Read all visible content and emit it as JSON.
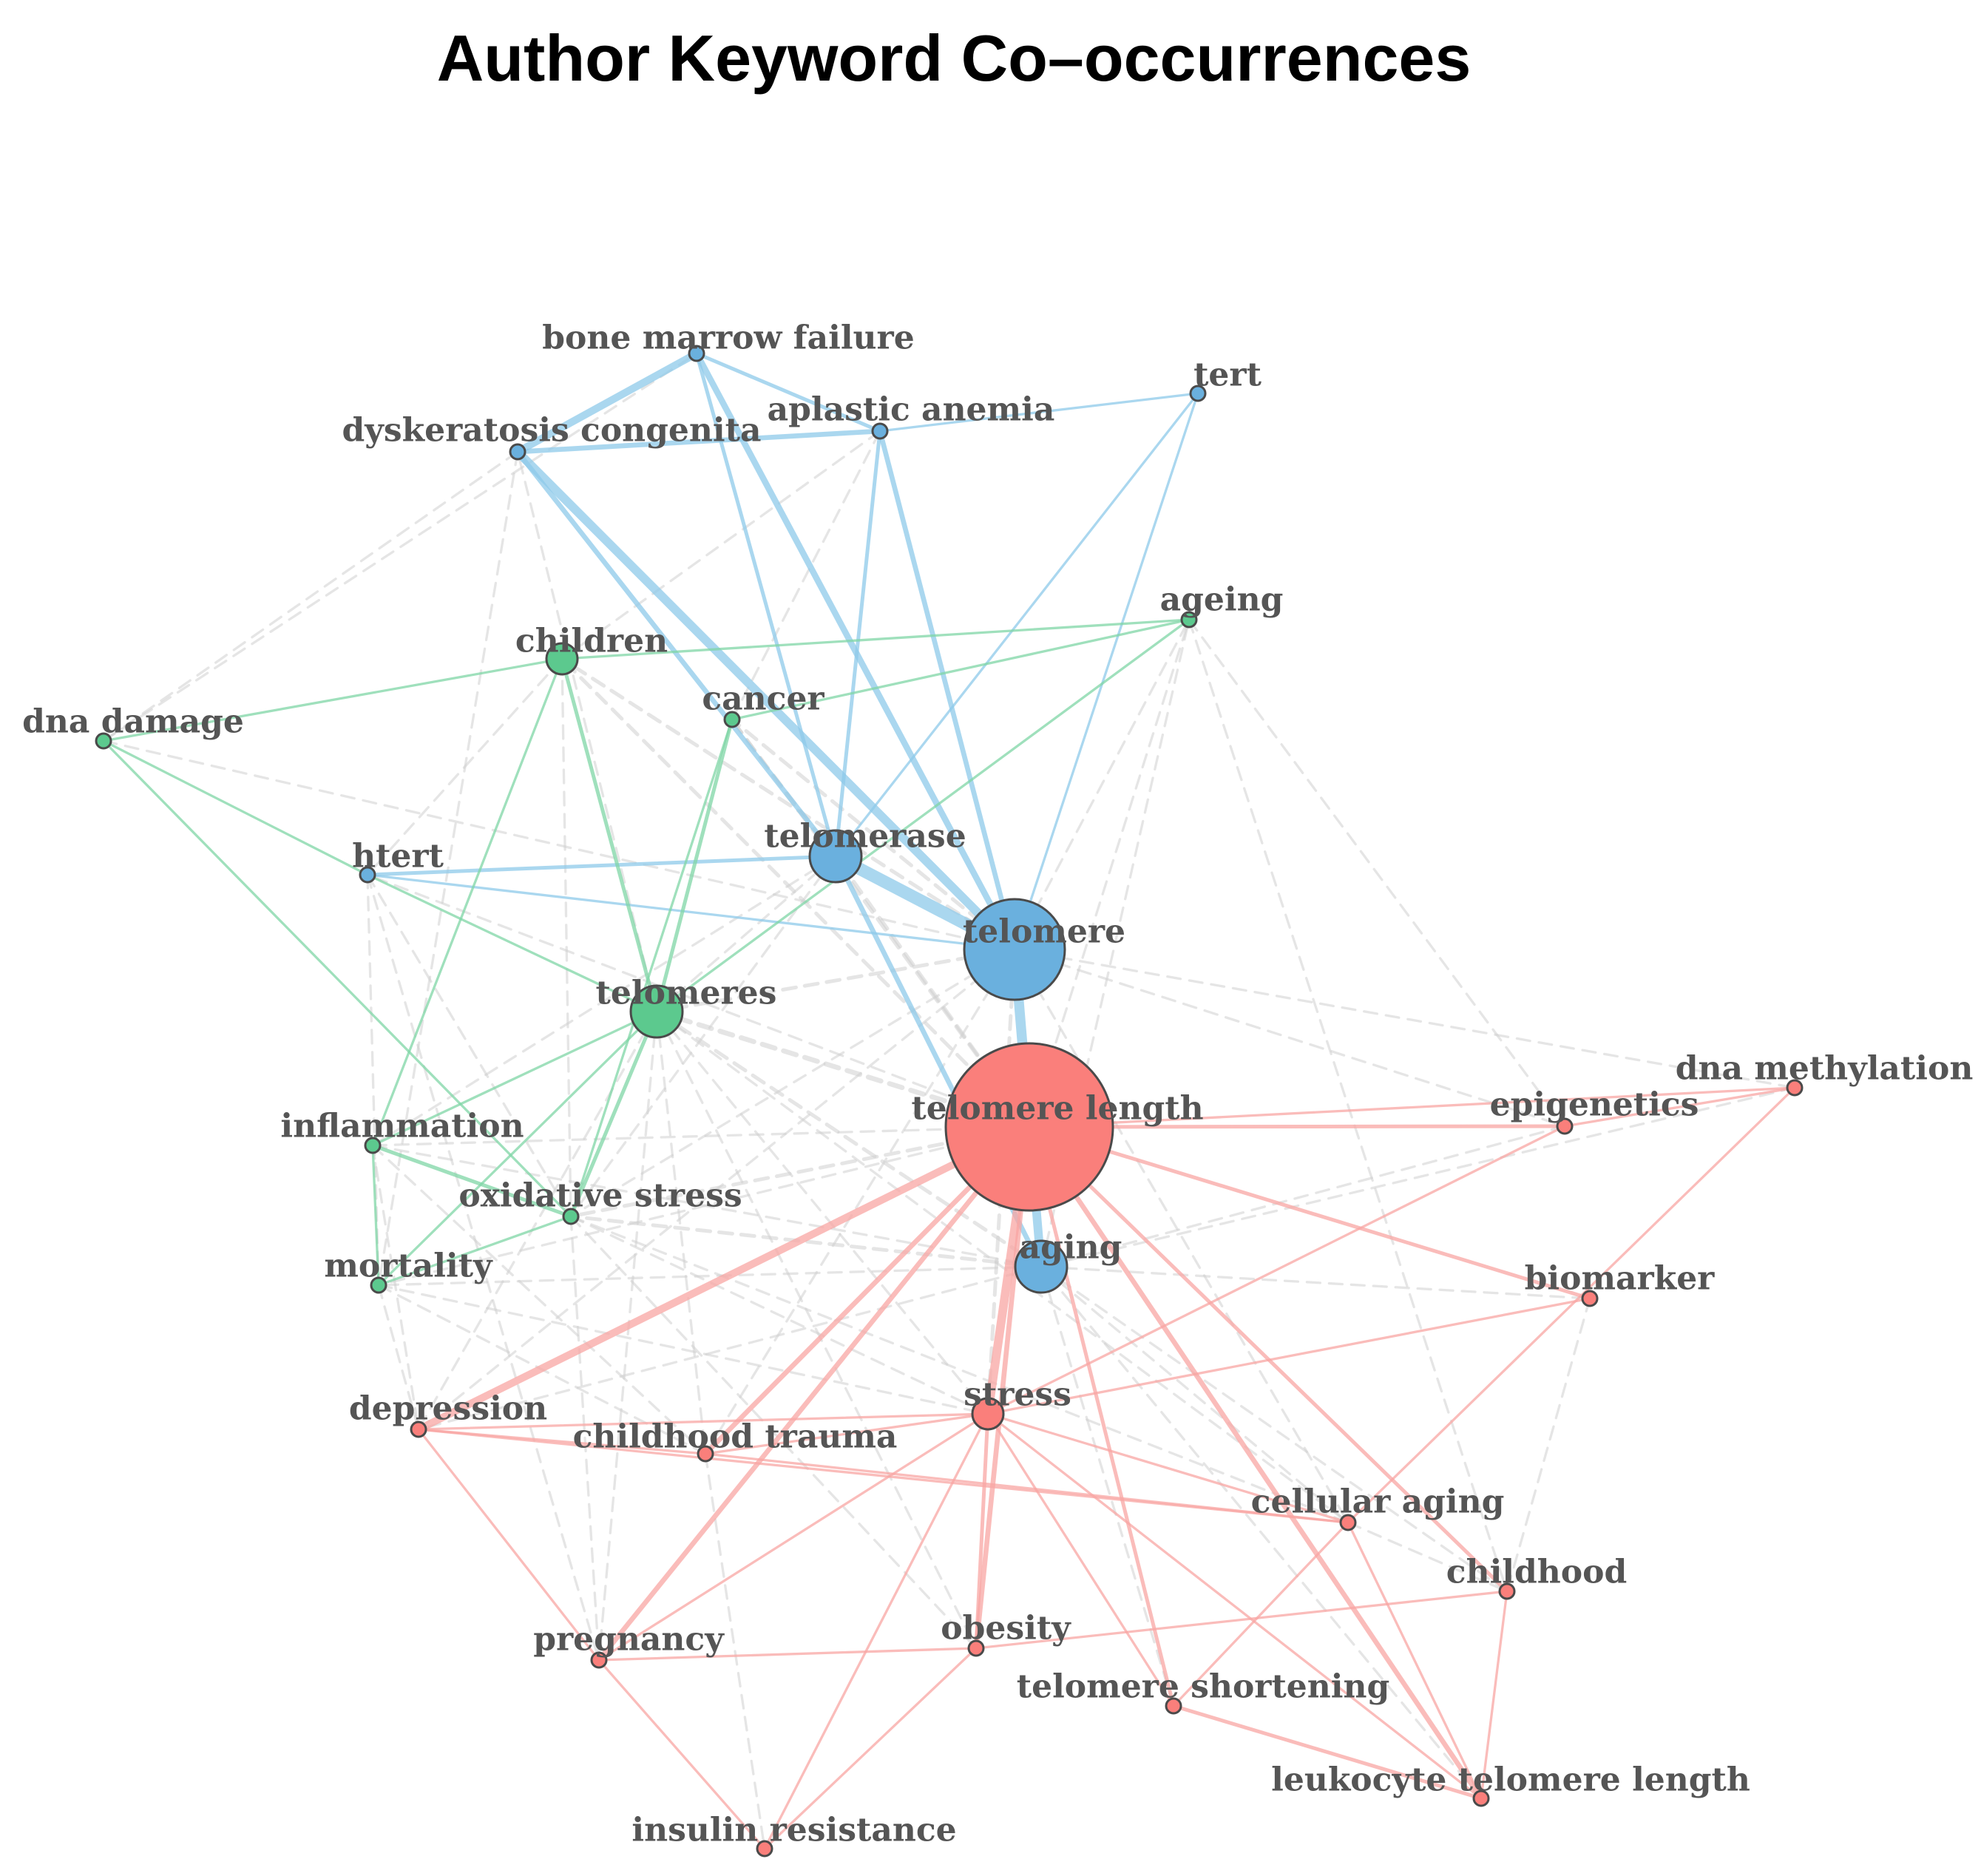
{
  "title": "Author Keyword Co–occurrences",
  "colors": {
    "blue": "#6ab0de",
    "green": "#5cc98e",
    "red": "#fa7f7b",
    "edge_blue": "#8ec9ea",
    "edge_green": "#7fd6a6",
    "edge_red": "#f8a6a3",
    "edge_grey": "#cfcfcf"
  },
  "nodes": [
    {
      "id": "bone marrow failure",
      "label": "bone marrow failure",
      "cluster": "blue",
      "size": "small"
    },
    {
      "id": "tert",
      "label": "tert",
      "cluster": "blue",
      "size": "small"
    },
    {
      "id": "aplastic anemia",
      "label": "aplastic anemia",
      "cluster": "blue",
      "size": "small"
    },
    {
      "id": "dyskeratosis congenita",
      "label": "dyskeratosis congenita",
      "cluster": "blue",
      "size": "small"
    },
    {
      "id": "ageing",
      "label": "ageing",
      "cluster": "green",
      "size": "small"
    },
    {
      "id": "children",
      "label": "children",
      "cluster": "green",
      "size": "medium"
    },
    {
      "id": "cancer",
      "label": "cancer",
      "cluster": "green",
      "size": "small"
    },
    {
      "id": "dna damage",
      "label": "dna damage",
      "cluster": "green",
      "size": "small"
    },
    {
      "id": "telomerase",
      "label": "telomerase",
      "cluster": "blue",
      "size": "large"
    },
    {
      "id": "htert",
      "label": "htert",
      "cluster": "blue",
      "size": "small"
    },
    {
      "id": "telomere",
      "label": "telomere",
      "cluster": "blue",
      "size": "xlarge"
    },
    {
      "id": "telomeres",
      "label": "telomeres",
      "cluster": "green",
      "size": "large"
    },
    {
      "id": "dna methylation",
      "label": "dna methylation",
      "cluster": "red",
      "size": "small"
    },
    {
      "id": "telomere length",
      "label": "telomere length",
      "cluster": "red",
      "size": "xxlarge"
    },
    {
      "id": "epigenetics",
      "label": "epigenetics",
      "cluster": "red",
      "size": "small"
    },
    {
      "id": "inflammation",
      "label": "inflammation",
      "cluster": "green",
      "size": "small"
    },
    {
      "id": "oxidative stress",
      "label": "oxidative stress",
      "cluster": "green",
      "size": "small"
    },
    {
      "id": "aging",
      "label": "aging",
      "cluster": "blue",
      "size": "large"
    },
    {
      "id": "mortality",
      "label": "mortality",
      "cluster": "green",
      "size": "small"
    },
    {
      "id": "biomarker",
      "label": "biomarker",
      "cluster": "red",
      "size": "small"
    },
    {
      "id": "depression",
      "label": "depression",
      "cluster": "red",
      "size": "small"
    },
    {
      "id": "stress",
      "label": "stress",
      "cluster": "red",
      "size": "medium"
    },
    {
      "id": "childhood trauma",
      "label": "childhood trauma",
      "cluster": "red",
      "size": "small"
    },
    {
      "id": "cellular aging",
      "label": "cellular aging",
      "cluster": "red",
      "size": "small"
    },
    {
      "id": "childhood",
      "label": "childhood",
      "cluster": "red",
      "size": "small"
    },
    {
      "id": "pregnancy",
      "label": "pregnancy",
      "cluster": "red",
      "size": "small"
    },
    {
      "id": "obesity",
      "label": "obesity",
      "cluster": "red",
      "size": "small"
    },
    {
      "id": "telomere shortening",
      "label": "telomere shortening",
      "cluster": "red",
      "size": "small"
    },
    {
      "id": "leukocyte telomere length",
      "label": "leukocyte telomere length",
      "cluster": "red",
      "size": "small"
    },
    {
      "id": "insulin resistance",
      "label": "insulin resistance",
      "cluster": "red",
      "size": "small"
    }
  ],
  "edges": [
    {
      "source": "dyskeratosis congenita",
      "target": "bone marrow failure",
      "color": "blue",
      "weight": 5
    },
    {
      "source": "dyskeratosis congenita",
      "target": "aplastic anemia",
      "color": "blue",
      "weight": 3
    },
    {
      "source": "dyskeratosis congenita",
      "target": "telomere",
      "color": "blue",
      "weight": 6
    },
    {
      "source": "dyskeratosis congenita",
      "target": "telomerase",
      "color": "blue",
      "weight": 3
    },
    {
      "source": "bone marrow failure",
      "target": "aplastic anemia",
      "color": "blue",
      "weight": 2
    },
    {
      "source": "bone marrow failure",
      "target": "telomere",
      "color": "blue",
      "weight": 4
    },
    {
      "source": "bone marrow failure",
      "target": "telomerase",
      "color": "blue",
      "weight": 2
    },
    {
      "source": "aplastic anemia",
      "target": "tert",
      "color": "blue",
      "weight": 1
    },
    {
      "source": "aplastic anemia",
      "target": "telomere",
      "color": "blue",
      "weight": 3
    },
    {
      "source": "aplastic anemia",
      "target": "telomerase",
      "color": "blue",
      "weight": 2
    },
    {
      "source": "tert",
      "target": "telomerase",
      "color": "blue",
      "weight": 1
    },
    {
      "source": "tert",
      "target": "telomere",
      "color": "blue",
      "weight": 1
    },
    {
      "source": "telomerase",
      "target": "telomere",
      "color": "blue",
      "weight": 9
    },
    {
      "source": "telomerase",
      "target": "htert",
      "color": "blue",
      "weight": 2
    },
    {
      "source": "telomerase",
      "target": "aging",
      "color": "blue",
      "weight": 3
    },
    {
      "source": "telomere",
      "target": "telomere length",
      "color": "blue",
      "weight": 7
    },
    {
      "source": "telomere length",
      "target": "aging",
      "color": "blue",
      "weight": 6
    },
    {
      "source": "htert",
      "target": "telomere",
      "color": "blue",
      "weight": 1
    },
    {
      "source": "children",
      "target": "ageing",
      "color": "green",
      "weight": 1
    },
    {
      "source": "children",
      "target": "dna damage",
      "color": "green",
      "weight": 1
    },
    {
      "source": "children",
      "target": "telomeres",
      "color": "green",
      "weight": 2
    },
    {
      "source": "children",
      "target": "inflammation",
      "color": "green",
      "weight": 1
    },
    {
      "source": "cancer",
      "target": "ageing",
      "color": "green",
      "weight": 1
    },
    {
      "source": "cancer",
      "target": "telomeres",
      "color": "green",
      "weight": 2
    },
    {
      "source": "cancer",
      "target": "oxidative stress",
      "color": "green",
      "weight": 1
    },
    {
      "source": "ageing",
      "target": "telomeres",
      "color": "green",
      "weight": 1
    },
    {
      "source": "dna damage",
      "target": "htert",
      "color": "green",
      "weight": 1
    },
    {
      "source": "dna damage",
      "target": "oxidative stress",
      "color": "green",
      "weight": 1
    },
    {
      "source": "htert",
      "target": "telomeres",
      "color": "green",
      "weight": 1
    },
    {
      "source": "telomeres",
      "target": "inflammation",
      "color": "green",
      "weight": 1
    },
    {
      "source": "telomeres",
      "target": "oxidative stress",
      "color": "green",
      "weight": 2
    },
    {
      "source": "telomeres",
      "target": "mortality",
      "color": "green",
      "weight": 1
    },
    {
      "source": "inflammation",
      "target": "oxidative stress",
      "color": "green",
      "weight": 2
    },
    {
      "source": "inflammation",
      "target": "mortality",
      "color": "green",
      "weight": 1
    },
    {
      "source": "oxidative stress",
      "target": "mortality",
      "color": "green",
      "weight": 1
    },
    {
      "source": "telomere length",
      "target": "epigenetics",
      "color": "red",
      "weight": 2
    },
    {
      "source": "telomere length",
      "target": "dna methylation",
      "color": "red",
      "weight": 1
    },
    {
      "source": "telomere length",
      "target": "biomarker",
      "color": "red",
      "weight": 2
    },
    {
      "source": "telomere length",
      "target": "depression",
      "color": "red",
      "weight": 5
    },
    {
      "source": "telomere length",
      "target": "stress",
      "color": "red",
      "weight": 6
    },
    {
      "source": "telomere length",
      "target": "childhood trauma",
      "color": "red",
      "weight": 3
    },
    {
      "source": "telomere length",
      "target": "pregnancy",
      "color": "red",
      "weight": 3
    },
    {
      "source": "telomere length",
      "target": "obesity",
      "color": "red",
      "weight": 3
    },
    {
      "source": "telomere length",
      "target": "telomere shortening",
      "color": "red",
      "weight": 2
    },
    {
      "source": "telomere length",
      "target": "leukocyte telomere length",
      "color": "red",
      "weight": 3
    },
    {
      "source": "telomere length",
      "target": "childhood",
      "color": "red",
      "weight": 2
    },
    {
      "source": "epigenetics",
      "target": "dna methylation",
      "color": "red",
      "weight": 1
    },
    {
      "source": "epigenetics",
      "target": "stress",
      "color": "red",
      "weight": 1
    },
    {
      "source": "dna methylation",
      "target": "cellular aging",
      "color": "red",
      "weight": 1
    },
    {
      "source": "depression",
      "target": "stress",
      "color": "red",
      "weight": 1
    },
    {
      "source": "depression",
      "target": "childhood trauma",
      "color": "red",
      "weight": 1
    },
    {
      "source": "depression",
      "target": "pregnancy",
      "color": "red",
      "weight": 1
    },
    {
      "source": "depression",
      "target": "cellular aging",
      "color": "red",
      "weight": 1
    },
    {
      "source": "stress",
      "target": "biomarker",
      "color": "red",
      "weight": 1
    },
    {
      "source": "stress",
      "target": "cellular aging",
      "color": "red",
      "weight": 1
    },
    {
      "source": "stress",
      "target": "pregnancy",
      "color": "red",
      "weight": 1
    },
    {
      "source": "stress",
      "target": "obesity",
      "color": "red",
      "weight": 2
    },
    {
      "source": "stress",
      "target": "telomere shortening",
      "color": "red",
      "weight": 1
    },
    {
      "source": "stress",
      "target": "insulin resistance",
      "color": "red",
      "weight": 1
    },
    {
      "source": "stress",
      "target": "leukocyte telomere length",
      "color": "red",
      "weight": 1
    },
    {
      "source": "stress",
      "target": "childhood trauma",
      "color": "red",
      "weight": 1
    },
    {
      "source": "childhood trauma",
      "target": "cellular aging",
      "color": "red",
      "weight": 1
    },
    {
      "source": "pregnancy",
      "target": "obesity",
      "color": "red",
      "weight": 1
    },
    {
      "source": "pregnancy",
      "target": "insulin resistance",
      "color": "red",
      "weight": 1
    },
    {
      "source": "obesity",
      "target": "insulin resistance",
      "color": "red",
      "weight": 1
    },
    {
      "source": "obesity",
      "target": "childhood",
      "color": "red",
      "weight": 1
    },
    {
      "source": "telomere shortening",
      "target": "leukocyte telomere length",
      "color": "red",
      "weight": 2
    },
    {
      "source": "telomere shortening",
      "target": "cellular aging",
      "color": "red",
      "weight": 1
    },
    {
      "source": "childhood",
      "target": "leukocyte telomere length",
      "color": "red",
      "weight": 1
    },
    {
      "source": "cellular aging",
      "target": "leukocyte telomere length",
      "color": "red",
      "weight": 1
    },
    {
      "source": "telomere length",
      "target": "telomeres",
      "color": "grey",
      "weight": 3
    },
    {
      "source": "telomere length",
      "target": "oxidative stress",
      "color": "grey",
      "weight": 2
    },
    {
      "source": "telomere length",
      "target": "children",
      "color": "grey",
      "weight": 2
    },
    {
      "source": "telomere length",
      "target": "cancer",
      "color": "grey",
      "weight": 2
    },
    {
      "source": "telomere length",
      "target": "inflammation",
      "color": "grey",
      "weight": 1
    },
    {
      "source": "telomere length",
      "target": "telomerase",
      "color": "grey",
      "weight": 2
    },
    {
      "source": "telomere length",
      "target": "ageing",
      "color": "grey",
      "weight": 1
    },
    {
      "source": "telomere length",
      "target": "mortality",
      "color": "grey",
      "weight": 1
    },
    {
      "source": "telomere length",
      "target": "htert",
      "color": "grey",
      "weight": 1
    },
    {
      "source": "telomere",
      "target": "telomeres",
      "color": "grey",
      "weight": 2
    },
    {
      "source": "telomere",
      "target": "dna methylation",
      "color": "grey",
      "weight": 1
    },
    {
      "source": "telomere",
      "target": "epigenetics",
      "color": "grey",
      "weight": 1
    },
    {
      "source": "telomere",
      "target": "stress",
      "color": "grey",
      "weight": 2
    },
    {
      "source": "telomere",
      "target": "oxidative stress",
      "color": "grey",
      "weight": 1
    },
    {
      "source": "telomere",
      "target": "ageing",
      "color": "grey",
      "weight": 1
    },
    {
      "source": "telomere",
      "target": "cellular aging",
      "color": "grey",
      "weight": 1
    },
    {
      "source": "telomere",
      "target": "children",
      "color": "grey",
      "weight": 2
    },
    {
      "source": "telomere",
      "target": "cancer",
      "color": "grey",
      "weight": 2
    },
    {
      "source": "aging",
      "target": "telomeres",
      "color": "grey",
      "weight": 2
    },
    {
      "source": "aging",
      "target": "oxidative stress",
      "color": "grey",
      "weight": 2
    },
    {
      "source": "aging",
      "target": "ageing",
      "color": "grey",
      "weight": 1
    },
    {
      "source": "aging",
      "target": "cellular aging",
      "color": "grey",
      "weight": 1
    },
    {
      "source": "aging",
      "target": "mortality",
      "color": "grey",
      "weight": 1
    },
    {
      "source": "aging",
      "target": "inflammation",
      "color": "grey",
      "weight": 1
    },
    {
      "source": "aging",
      "target": "biomarker",
      "color": "grey",
      "weight": 1
    },
    {
      "source": "aging",
      "target": "depression",
      "color": "grey",
      "weight": 1
    },
    {
      "source": "telomeres",
      "target": "stress",
      "color": "grey",
      "weight": 1
    },
    {
      "source": "telomeres",
      "target": "depression",
      "color": "grey",
      "weight": 1
    },
    {
      "source": "telomeres",
      "target": "dyskeratosis congenita",
      "color": "grey",
      "weight": 1
    },
    {
      "source": "telomerase",
      "target": "telomeres",
      "color": "grey",
      "weight": 1
    },
    {
      "source": "telomerase",
      "target": "cancer",
      "color": "grey",
      "weight": 1
    },
    {
      "source": "telomerase",
      "target": "oxidative stress",
      "color": "grey",
      "weight": 1
    },
    {
      "source": "telomerase",
      "target": "inflammation",
      "color": "grey",
      "weight": 1
    },
    {
      "source": "dna damage",
      "target": "bone marrow failure",
      "color": "grey",
      "weight": 1
    },
    {
      "source": "dna damage",
      "target": "telomere",
      "color": "grey",
      "weight": 1
    },
    {
      "source": "dyskeratosis congenita",
      "target": "dna damage",
      "color": "grey",
      "weight": 1
    },
    {
      "source": "dyskeratosis congenita",
      "target": "mortality",
      "color": "grey",
      "weight": 1
    },
    {
      "source": "aplastic anemia",
      "target": "children",
      "color": "grey",
      "weight": 1
    },
    {
      "source": "aplastic anemia",
      "target": "cancer",
      "color": "grey",
      "weight": 1
    },
    {
      "source": "htert",
      "target": "mortality",
      "color": "grey",
      "weight": 1
    },
    {
      "source": "htert",
      "target": "oxidative stress",
      "color": "grey",
      "weight": 1
    },
    {
      "source": "htert",
      "target": "pregnancy",
      "color": "grey",
      "weight": 1
    },
    {
      "source": "inflammation",
      "target": "depression",
      "color": "grey",
      "weight": 1
    },
    {
      "source": "inflammation",
      "target": "childhood trauma",
      "color": "grey",
      "weight": 1
    },
    {
      "source": "oxidative stress",
      "target": "stress",
      "color": "grey",
      "weight": 1
    },
    {
      "source": "oxidative stress",
      "target": "obesity",
      "color": "grey",
      "weight": 1
    },
    {
      "source": "oxidative stress",
      "target": "pregnancy",
      "color": "grey",
      "weight": 1
    },
    {
      "source": "oxidative stress",
      "target": "cellular aging",
      "color": "grey",
      "weight": 1
    },
    {
      "source": "mortality",
      "target": "stress",
      "color": "grey",
      "weight": 1
    },
    {
      "source": "mortality",
      "target": "depression",
      "color": "grey",
      "weight": 1
    },
    {
      "source": "mortality",
      "target": "childhood trauma",
      "color": "grey",
      "weight": 1
    },
    {
      "source": "ageing",
      "target": "childhood",
      "color": "grey",
      "weight": 1
    },
    {
      "source": "ageing",
      "target": "epigenetics",
      "color": "grey",
      "weight": 1
    },
    {
      "source": "epigenetics",
      "target": "aging",
      "color": "grey",
      "weight": 1
    },
    {
      "source": "dna methylation",
      "target": "aging",
      "color": "grey",
      "weight": 1
    },
    {
      "source": "biomarker",
      "target": "childhood",
      "color": "grey",
      "weight": 1
    },
    {
      "source": "cellular aging",
      "target": "childhood",
      "color": "grey",
      "weight": 1
    },
    {
      "source": "childhood trauma",
      "target": "insulin resistance",
      "color": "grey",
      "weight": 1
    },
    {
      "source": "childhood trauma",
      "target": "telomere",
      "color": "grey",
      "weight": 1
    },
    {
      "source": "depression",
      "target": "telomere",
      "color": "grey",
      "weight": 1
    },
    {
      "source": "telomere shortening",
      "target": "aging",
      "color": "grey",
      "weight": 1
    },
    {
      "source": "leukocyte telomere length",
      "target": "aging",
      "color": "grey",
      "weight": 1
    },
    {
      "source": "childhood",
      "target": "aging",
      "color": "grey",
      "weight": 1
    },
    {
      "source": "children",
      "target": "oxidative stress",
      "color": "grey",
      "weight": 1
    },
    {
      "source": "children",
      "target": "htert",
      "color": "grey",
      "weight": 1
    },
    {
      "source": "telomeres",
      "target": "childhood trauma",
      "color": "grey",
      "weight": 1
    },
    {
      "source": "telomeres",
      "target": "pregnancy",
      "color": "grey",
      "weight": 1
    },
    {
      "source": "telomeres",
      "target": "obesity",
      "color": "grey",
      "weight": 1
    },
    {
      "source": "telomeres",
      "target": "cellular aging",
      "color": "grey",
      "weight": 1
    }
  ]
}
